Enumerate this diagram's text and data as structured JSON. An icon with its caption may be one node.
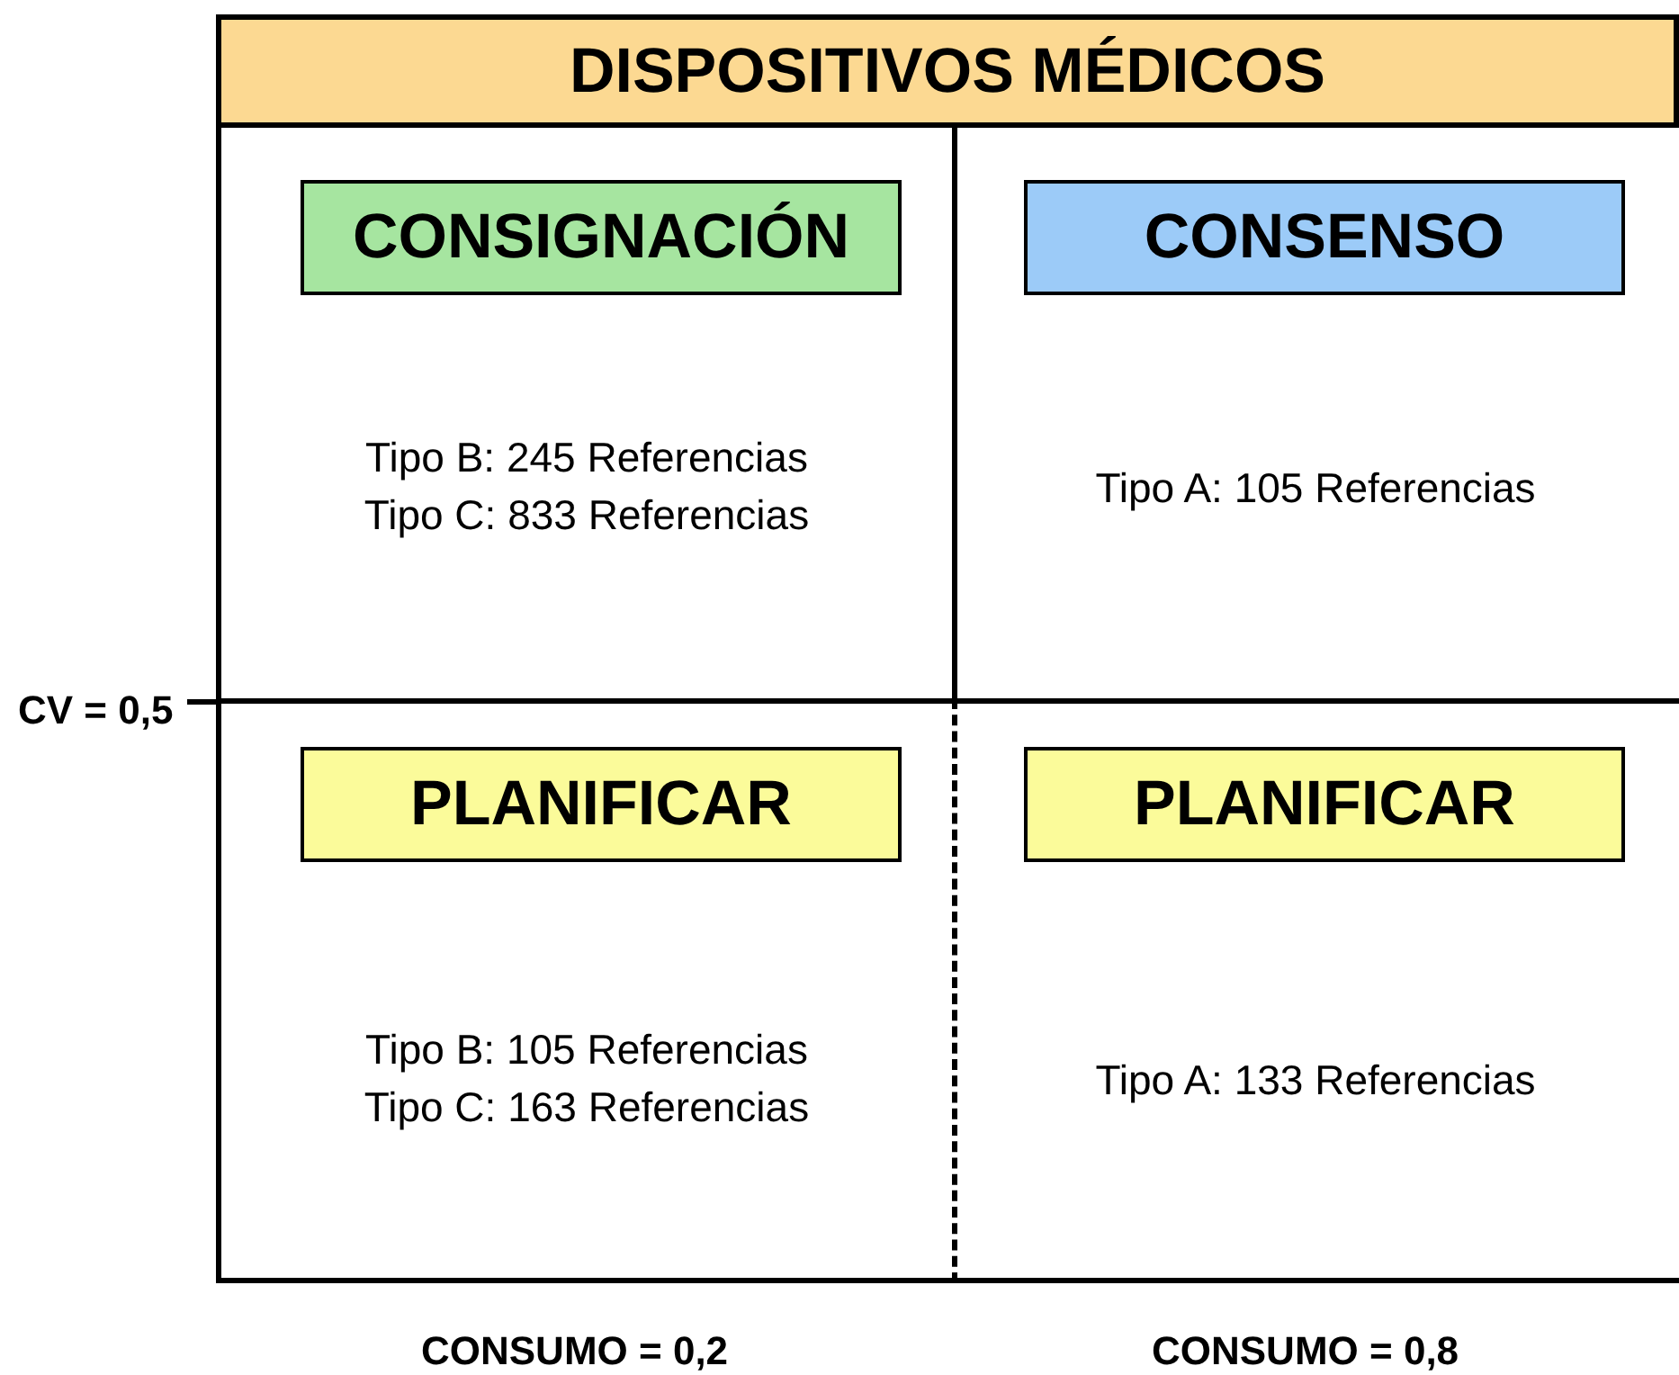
{
  "diagram": {
    "nodes": [
      {
        "text": [
          "DISPOSITIVOS MÉDICOS"
        ]
      },
      {
        "text": [
          "Tipo B: 245 Referencias",
          "Tipo C: 833 Referencias"
        ]
      },
      {
        "text": [
          "CONSIGNACIÓN"
        ],
        "in": 1
      },
      {
        "text": [
          "Tipo A: 105 Referencias"
        ]
      },
      {
        "text": [
          "CONSENSO"
        ],
        "in": 3
      },
      {
        "text": [
          "Tipo B: 105 Referencias",
          "Tipo C: 163 Referencias"
        ]
      },
      {
        "text": [
          "PLANIFICAR"
        ],
        "in": 5
      },
      {
        "text": [
          "Tipo A: 133 Referencias"
        ]
      },
      {
        "text": [
          "PLANIFICAR"
        ],
        "in": 7
      }
    ],
    "labels": [
      "CV = 0,5",
      "CONSUMO = 0,2",
      "CONSUMO = 0,8"
    ]
  }
}
